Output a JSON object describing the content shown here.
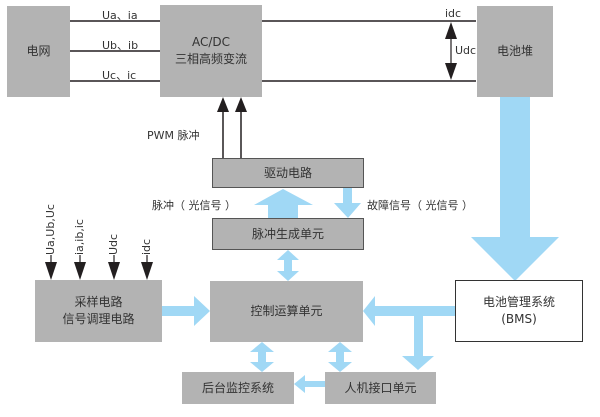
{
  "colors": {
    "box_fill": "#b3b3b3",
    "arrow_blue": "#a0d8f5",
    "line_black": "#231f20"
  },
  "blocks": {
    "grid": "电网",
    "acdc_line1": "AC/DC",
    "acdc_line2": "三相高频变流",
    "battery_stack": "电池堆",
    "drive_circuit": "驱动电路",
    "pulse_gen": "脉冲生成单元",
    "sampling_line1": "采样电路",
    "sampling_line2": "信号调理电路",
    "control_unit": "控制运算单元",
    "bms_line1": "电池管理系统",
    "bms_line2": "(BMS)",
    "monitor": "后台监控系统",
    "hmi": "人机接口单元"
  },
  "labels": {
    "phase_a": "Ua、ia",
    "phase_b": "Ub、ib",
    "phase_c": "Uc、ic",
    "idc_top": "idc",
    "udc": "Udc",
    "pwm": "PWM 脉冲",
    "pulse_optical": "脉冲（ 光信号 ）",
    "fault_optical": "故障信号（ 光信号 ）",
    "in_uabc": "Ua,Ub,Uc",
    "in_iabc": "ia,ib,ic",
    "in_udc": "Udc",
    "in_idc": "idc"
  }
}
